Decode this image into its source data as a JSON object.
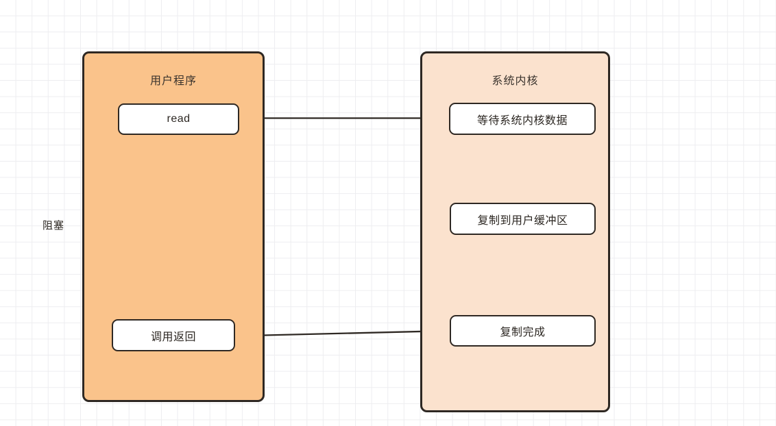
{
  "diagram": {
    "title_semantics": "blocking-io-read-sequence",
    "background": {
      "grid": "on",
      "grid_color": "#ededf0",
      "page_color": "#ffffff"
    },
    "colors": {
      "user_panel_fill": "#fac38b",
      "kernel_panel_fill": "#fbe2ce",
      "node_fill": "#ffffff",
      "stroke": "#2e2823",
      "text": "#2b2621"
    },
    "panels": [
      {
        "id": "user",
        "title": "用户程序",
        "nodes": [
          {
            "id": "read",
            "label": "read"
          },
          {
            "id": "return",
            "label": "调用返回"
          }
        ]
      },
      {
        "id": "kernel",
        "title": "系统内核",
        "nodes": [
          {
            "id": "wait",
            "label": "等待系统内核数据"
          },
          {
            "id": "copy",
            "label": "复制到用户缓冲区"
          },
          {
            "id": "done",
            "label": "复制完成"
          }
        ]
      }
    ],
    "annotations": [
      {
        "id": "blocking",
        "label": "阻塞",
        "kind": "brace-label"
      }
    ],
    "edges": [
      {
        "from": "read",
        "to": "wait",
        "kind": "arrow-right"
      },
      {
        "from": "wait",
        "to": "copy",
        "kind": "arrow-down"
      },
      {
        "from": "copy",
        "to": "done",
        "kind": "arrow-down"
      },
      {
        "from": "done",
        "to": "return",
        "kind": "arrow-left"
      }
    ]
  }
}
